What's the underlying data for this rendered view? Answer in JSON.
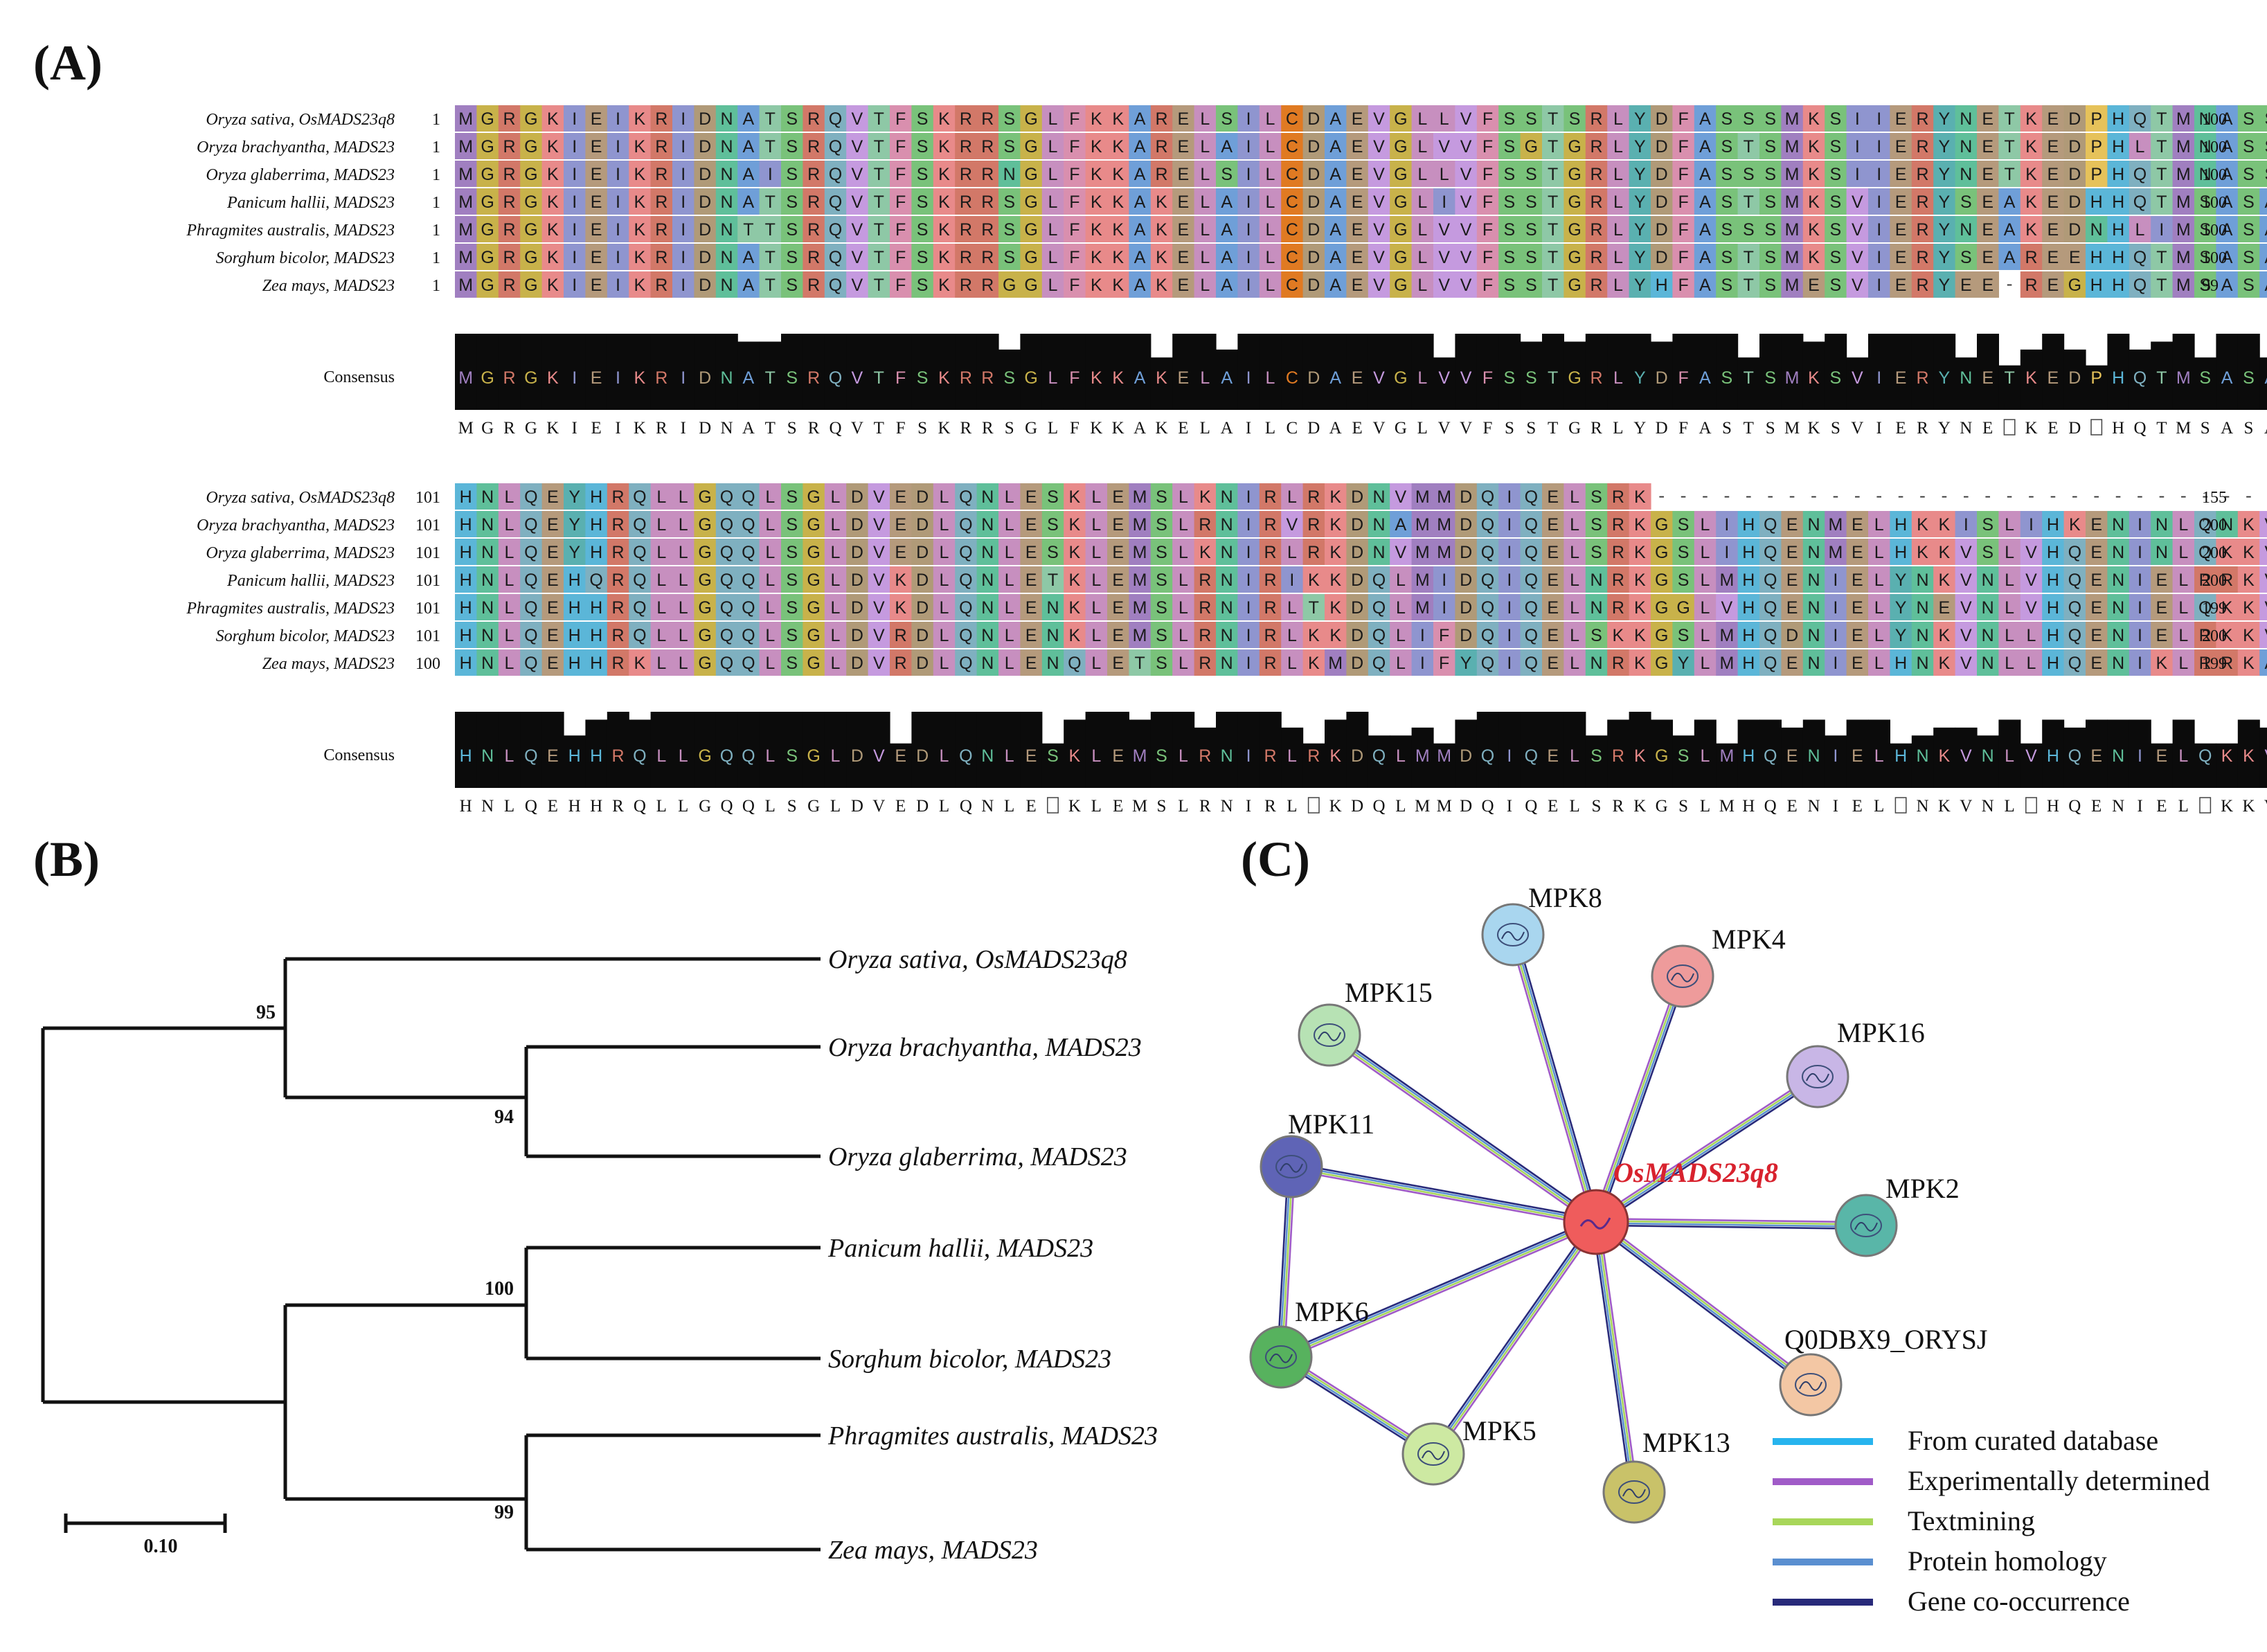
{
  "panels": {
    "a": "(A)",
    "b": "(B)",
    "c": "(C)"
  },
  "alignment": {
    "consensus_label": "Consensus",
    "blocks": [
      {
        "rows": [
          {
            "name": "Oryza sativa, OsMADS23q8",
            "start": "1",
            "end": "100",
            "seq": "MGRGKIEIKRIDNATSRQVTFSKRRSGLFKKARELSILCDAEVGLLVFSSTSRLYDFASSSMKSIIERYNETKEDPHQTMNASSEAKLWQQEAASLRQQL"
          },
          {
            "name": "Oryza brachyantha, MADS23",
            "start": "1",
            "end": "100",
            "seq": "MGRGKIEIKRIDNATSRQVTFSKRRSGLFKKARELAILCDAEVGLVVFSGTGRLYDFASTSMKSIIERYNETKEDPHLTMNASSEAKLWQREATCLRQQL"
          },
          {
            "name": "Oryza glaberrima, MADS23",
            "start": "1",
            "end": "100",
            "seq": "MGRGKIEIKRIDNAISRQVTFSKRRNGLFKKARELSILCDAEVGLLVFSSTGRLYDFASSSMKSIIERYNETKEDPHQTMNASSEAKLWQQEAASLRQQL"
          },
          {
            "name": "Panicum hallii, MADS23",
            "start": "1",
            "end": "100",
            "seq": "MGRGKIEIKRIDNATSRQVTFSKRRSGLFKKAKELAILCDAEVGLIVFSSTGRLYDFASTSMKSVIERYSEAKEDHHQTMSASAEAKLWQREAGSLRQQL"
          },
          {
            "name": "Phragmites australis, MADS23",
            "start": "1",
            "end": "100",
            "seq": "MGRGKIEIKRIDNTTSRQVTFSKRRSGLFKKAKELAILCDAEVGLVVFSSTGRLYDFASSSMKSVIERYNEAKEDNHLIMSASAEAKLWQKEAGSLRQQL"
          },
          {
            "name": "Sorghum bicolor, MADS23",
            "start": "1",
            "end": "100",
            "seq": "MGRGKIEIKRIDNATSRQVTFSKRRSGLFKKAKELAILCDAEVGLVVFSSTGRLYDFASTSMKSVIERYSEAREEHHQTMSASAEAKLWQREAGSLRQQL"
          },
          {
            "name": "Zea mays, MADS23",
            "start": "1",
            "end": "99",
            "seq": "MGRGKIEIKRIDNATSRQVTFSKRRGGLFKKAKELAILCDAEVGLVVFSSTGRLYHFASTSMESVIERYEE-REGHHQTMSASAEAKLWQREAGSLRQQL"
          }
        ],
        "consensus": "MGRGKIEIKRIDNATSRQVTFSKRRSGLFKKAKELAILCDAEVGLVVFSSTGRLYDFASTSMKSVIERYNE?KED?HQTMSASAEAKLWQREAGSLRQQL"
      },
      {
        "rows": [
          {
            "name": "Oryza sativa, OsMADS23q8",
            "start": "101",
            "end": "155",
            "seq": "HNLQEYHRQLLGQQLSGLDVEDLQNLESKLEMSLKNIRLRKDNVMMDQIQELSRK---------------------------------------------"
          },
          {
            "name": "Oryza brachyantha, MADS23",
            "start": "101",
            "end": "200",
            "seq": "HNLQEYHRQLLGQQLSGLDVEDLQNLESKLEMSLRNIRVRKDNAMMDQIQELSRKGSLIHQENMELHKKISLIHKENINLQNKVYGPQGNGHPTGSTIQH"
          },
          {
            "name": "Oryza glaberrima, MADS23",
            "start": "101",
            "end": "200",
            "seq": "HNLQEYHRQLLGQQLSGLDVEDLQNLESKLEMSLKNIRLRKDNVMMDQIQELSRKGSLIHQENMELHKKVSLVHQENINLQKKVYKTKSNGHPTGSTIQH"
          },
          {
            "name": "Panicum hallii, MADS23",
            "start": "101",
            "end": "200",
            "seq": "HNLQEHQRQLLGQQLSGLDVKDLQNLETKLEMSLRNIRIKKDQLMIDQIQELNRKGSLMHQENIELYNKVNLVHQENIELRRKVYGHEVNEHPESSTVRH"
          },
          {
            "name": "Phragmites australis, MADS23",
            "start": "101",
            "end": "199",
            "seq": "HNLQEHHRQLLGQQLSGLDVKDLQNLENKLEMSLRNIRLTKDQLMIDQIQELNRKGGLVHQENIELYNEVNLVHQENIELQKKVYGL-VNEDLTGTTIRY"
          },
          {
            "name": "Sorghum bicolor, MADS23",
            "start": "101",
            "end": "200",
            "seq": "HNLQEHHRQLLGQQLSGLDVRDLQNLENKLEMSLRNIRLKKDQLIFDQIQELSKKGSLMHQDNIELYNKVNLLHQENIELRKKVYGQGVNEHPTSTTVRH"
          },
          {
            "name": "Zea mays, MADS23",
            "start": "100",
            "end": "199",
            "seq": "HNLQEHHRKLLGQQLSGLDVRDLQNLENQLETSLRNIRLKMDQLIFYQIQELNRKGYLMHQENIELHNKVNLLHQENIKLRRKAYGQGVNEHPISTTVRH"
          }
        ],
        "consensus": "HNLQEHHRQLLGQQLSGLDVEDLQNLE?KLEMSLRNIRL?KDQLMMDQIQELSRKGSLMHQENIEL?NKVNL?HQENIEL?KKVYGQGVNEHPT??T?RH"
      }
    ],
    "colors": {
      "A": "#6f9fd8",
      "R": "#d27868",
      "N": "#5fbf9a",
      "D": "#b09a78",
      "C": "#e07a22",
      "Q": "#7fb0c0",
      "E": "#b59a7c",
      "G": "#c8b24a",
      "H": "#5bb6d8",
      "I": "#8f95cf",
      "L": "#c78fbf",
      "K": "#e88a8a",
      "M": "#a07fc0",
      "F": "#d98fae",
      "P": "#e6c25a",
      "S": "#79c27a",
      "T": "#8ec8a6",
      "W": "#9a8fd6",
      "Y": "#5ab0b0",
      "V": "#c59adf"
    }
  },
  "tree": {
    "taxa": [
      "Oryza sativa, OsMADS23q8",
      "Oryza brachyantha, MADS23",
      "Oryza glaberrima, MADS23",
      "Panicum hallii, MADS23",
      "Sorghum bicolor, MADS23",
      "Phragmites australis, MADS23",
      "Zea mays, MADS23"
    ],
    "bootstraps": {
      "sativa_clade": "95",
      "brachy_glab": "94",
      "panicum_sorghum": "100",
      "phrag_zea": "99"
    },
    "scale_label": "0.10"
  },
  "network": {
    "center": "OsMADS23q8",
    "nodes": [
      {
        "name": "MPK8",
        "color": "#a9d6ef"
      },
      {
        "name": "MPK4",
        "color": "#ee9b9b"
      },
      {
        "name": "MPK15",
        "color": "#b7e2b4"
      },
      {
        "name": "MPK16",
        "color": "#c8b6e6"
      },
      {
        "name": "MPK11",
        "color": "#5f64b6"
      },
      {
        "name": "MPK2",
        "color": "#59b6a8"
      },
      {
        "name": "MPK6",
        "color": "#57b25e"
      },
      {
        "name": "Q0DBX9_ORYSJ",
        "color": "#f3c7a4"
      },
      {
        "name": "MPK5",
        "color": "#cde9a2"
      },
      {
        "name": "MPK13",
        "color": "#c9c269"
      }
    ],
    "legend": [
      {
        "label": "From curated database",
        "color": "#27b4ee"
      },
      {
        "label": "Experimentally determined",
        "color": "#a05bc8"
      },
      {
        "label": "Textmining",
        "color": "#a8d65a"
      },
      {
        "label": "Protein homology",
        "color": "#5a8fd0"
      },
      {
        "label": "Gene co-occurrence",
        "color": "#282a7a"
      }
    ]
  }
}
